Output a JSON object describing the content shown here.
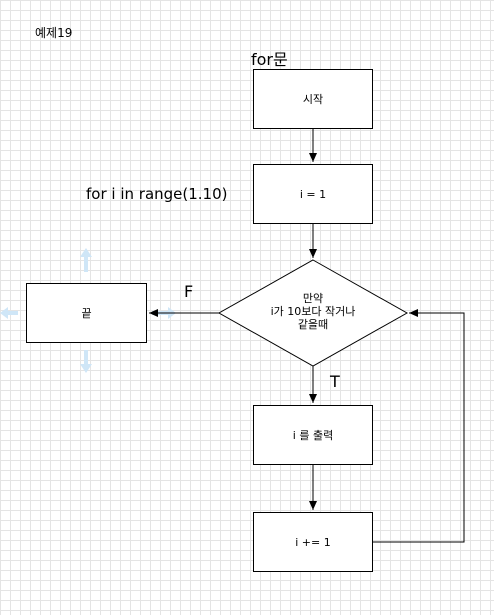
{
  "labels": {
    "example_title": "예제19",
    "diagram_title": "for문",
    "loop_note": "for i in range(1.10)",
    "false_label": "F",
    "true_label": "T"
  },
  "nodes": {
    "start": "시작",
    "init": "i = 1",
    "condition_line1": "만약",
    "condition_line2": "i가 10보다 작거나",
    "condition_line3": "같을때",
    "output": "i 를 출력",
    "increment": "i += 1",
    "end": "끝"
  }
}
